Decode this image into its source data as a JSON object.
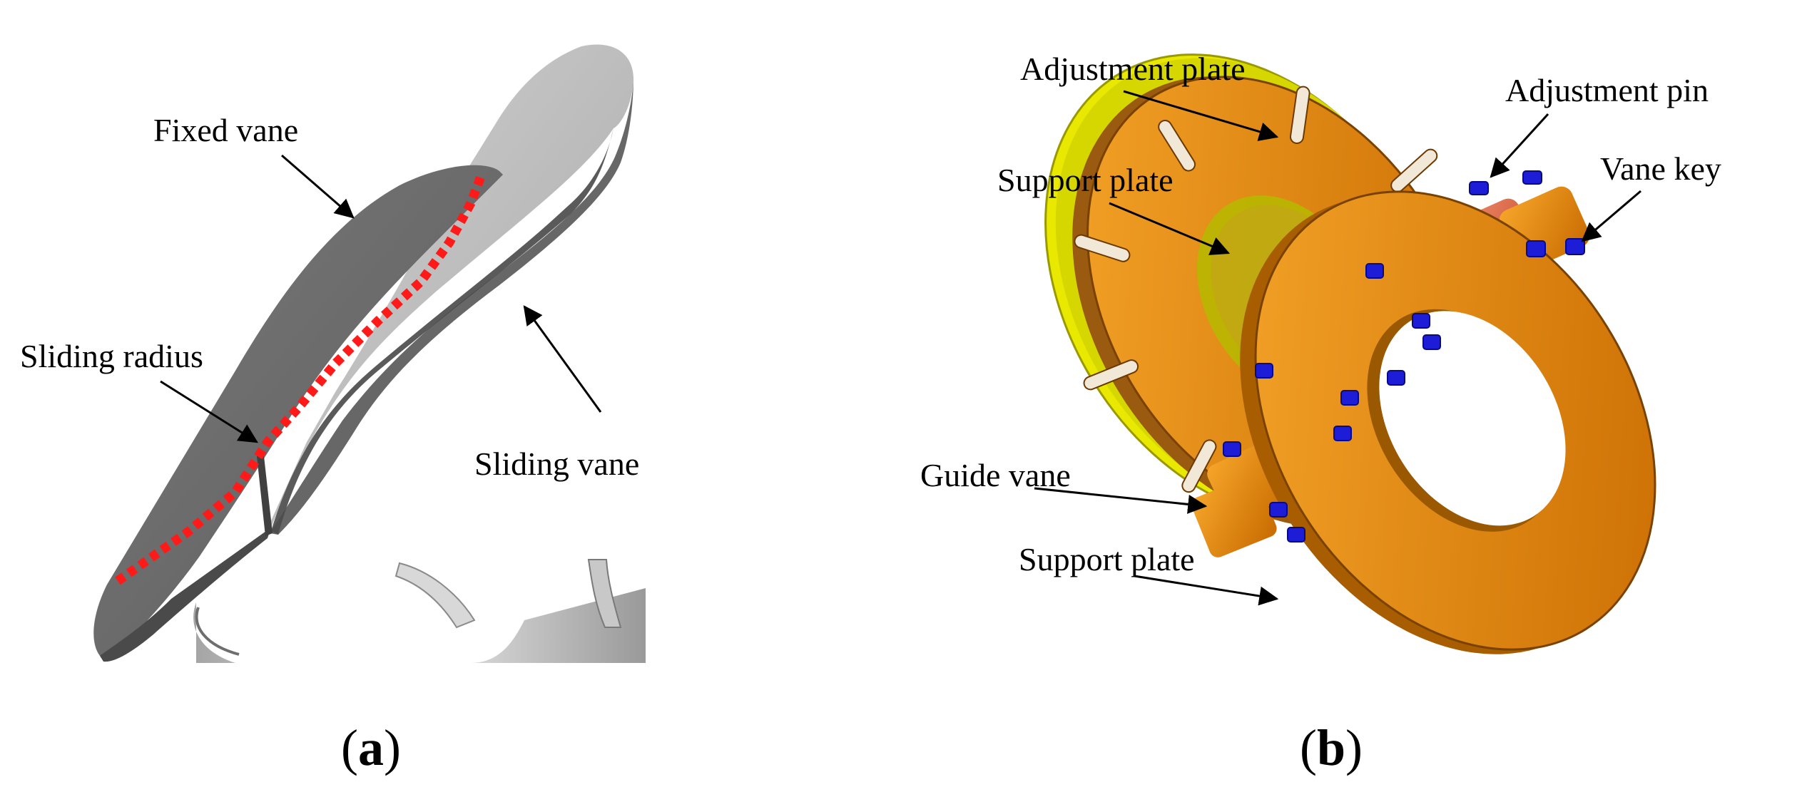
{
  "panels": {
    "a": {
      "caption_open": "(",
      "caption_letter": "a",
      "caption_close": ")",
      "labels": {
        "fixed_vane": "Fixed vane",
        "sliding_radius": "Sliding radius",
        "sliding_vane": "Sliding vane"
      }
    },
    "b": {
      "caption_open": "(",
      "caption_letter": "b",
      "caption_close": ")",
      "labels": {
        "adjustment_plate": "Adjustment plate",
        "adjustment_pin": "Adjustment pin",
        "support_plate_top": "Support plate",
        "vane_key": "Vane key",
        "guide_vane": "Guide vane",
        "support_plate_bottom": "Support plate"
      }
    }
  },
  "colors": {
    "fixed_vane": "#6e6e6e",
    "sliding_vane_top": "#b9b9b9",
    "sliding_vane_side": "#5a5a5a",
    "sliding_radius_line": "#ff0000",
    "adjustment_plate": "#e8e800",
    "support_plate": "#e88a00",
    "guide_vane": "#ec7050",
    "adjustment_pin": "#1d1dd8"
  }
}
